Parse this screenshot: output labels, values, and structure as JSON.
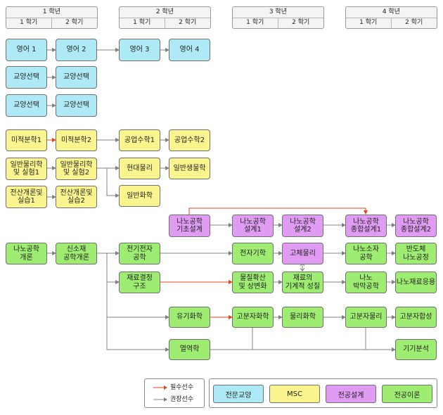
{
  "years": [
    {
      "label": "1 학년",
      "sem1": "1 학기",
      "sem2": "2 학기"
    },
    {
      "label": "2 학년",
      "sem1": "1 학기",
      "sem2": "2 학기"
    },
    {
      "label": "3 학년",
      "sem1": "1 학기",
      "sem2": "2 학기"
    },
    {
      "label": "4 학년",
      "sem1": "1 학기",
      "sem2": "2 학기"
    }
  ],
  "courses": {
    "eng1": "영어 1",
    "eng2": "영어 2",
    "eng3": "영어 3",
    "eng4": "영어 4",
    "lib1a": "교양선택",
    "lib1b": "교양선택",
    "lib2a": "교양선택",
    "lib2b": "교양선택",
    "calc1": "미적분학1",
    "calc2": "미적분학2",
    "engmath1": "공업수학1",
    "engmath2": "공업수학2",
    "phys1": [
      "일반물리학",
      "및 실험1"
    ],
    "phys2": [
      "일반물리학",
      "및 실험2"
    ],
    "modphys": "현대물리",
    "genbio": "일반생물학",
    "genchem": "일반화학",
    "comp1": [
      "전산개론및",
      "실습1"
    ],
    "comp2": [
      "전산개론및",
      "실습2"
    ],
    "nanobasic": [
      "나노공학",
      "기초설계"
    ],
    "nanod1": [
      "나노공학",
      "설계1"
    ],
    "nanod2": [
      "나노공학",
      "설계2"
    ],
    "nanocap1": [
      "나노공학",
      "종합설계1"
    ],
    "nanocap2": [
      "나노공학",
      "종합설계2"
    ],
    "nanointro": [
      "나노공학",
      "개론"
    ],
    "newmat": [
      "신소재",
      "공학개론"
    ],
    "electric": [
      "전기전자",
      "공학"
    ],
    "electromag": "전자기학",
    "solidstate": "고체물리",
    "nanodevice": [
      "나노소자",
      "공학"
    ],
    "semiproc": [
      "반도체",
      "나노공정"
    ],
    "matstruct": [
      "재료결정",
      "구조"
    ],
    "diffusion": [
      "물질확산",
      "및 상변화"
    ],
    "mechprop": [
      "재료의",
      "기계적 성질"
    ],
    "thinfilm": [
      "나노",
      "박막공학"
    ],
    "nanoapp": "나노재료응용",
    "organic": "유기화학",
    "polymer": "고분자화학",
    "physchem": "물리화학",
    "polyphys": "고분자물리",
    "polysyn": "고분자합성",
    "thermo": "열역학",
    "instrument": "기기분석"
  },
  "legend": {
    "required": "필수선수",
    "recommended": "권장선수",
    "liberal": "전문교양",
    "msc": "MSC",
    "design": "전공설계",
    "theory": "전공이론"
  },
  "colors": {
    "liberal": "#aeeaf5",
    "msc": "#fbf58f",
    "design": "#df9cf2",
    "theory": "#9eec72",
    "required_arrow": "#e0461e",
    "recommended_arrow": "#808080"
  }
}
